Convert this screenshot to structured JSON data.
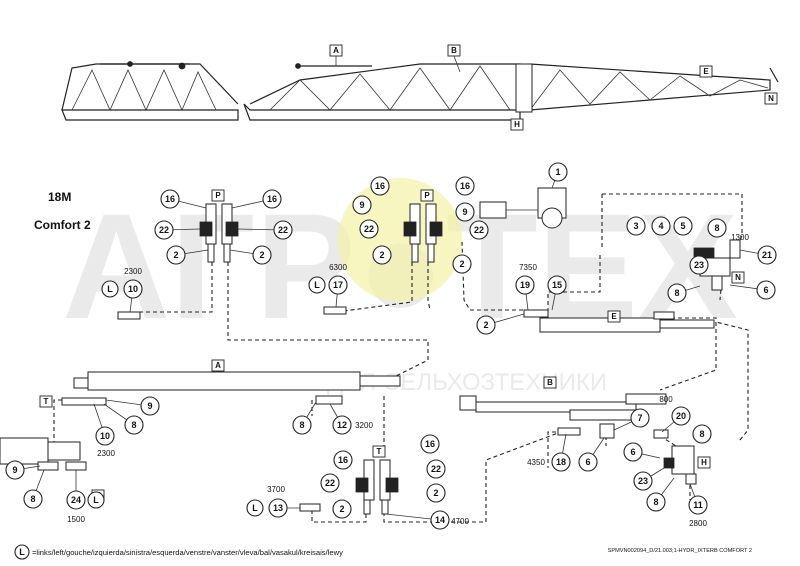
{
  "watermark": {
    "logo_text": "АГР●ТЕХ",
    "subtitle": "ЗАПЧАСТИ ДЛЯ СЕЛЬХОЗТЕХНИКИ"
  },
  "heading": {
    "model": "18M",
    "variant": "Comfort 2"
  },
  "footer": {
    "legend_symbol": "L",
    "legend_text": "=links/left/gouche/izquierda/sinistra/esquerda/venstre/vanster/vleva/bal/vasakul/kreisais/lewy",
    "drawing_code": "SPMVN002094_D/21.003;1-HYDR_IXTERB COMFORT 2"
  },
  "section_labels": [
    "A",
    "B",
    "E",
    "H",
    "N",
    "P",
    "T"
  ],
  "part_numbers": [
    "1",
    "2",
    "3",
    "4",
    "5",
    "6",
    "7",
    "8",
    "9",
    "10",
    "11",
    "12",
    "13",
    "14",
    "15",
    "16",
    "17",
    "18",
    "19",
    "20",
    "21",
    "22",
    "23",
    "24"
  ],
  "dimensions": [
    "2300",
    "6300",
    "7350",
    "1300",
    "3200",
    "800",
    "2300",
    "4350",
    "3700",
    "4700",
    "1500",
    "2800"
  ]
}
